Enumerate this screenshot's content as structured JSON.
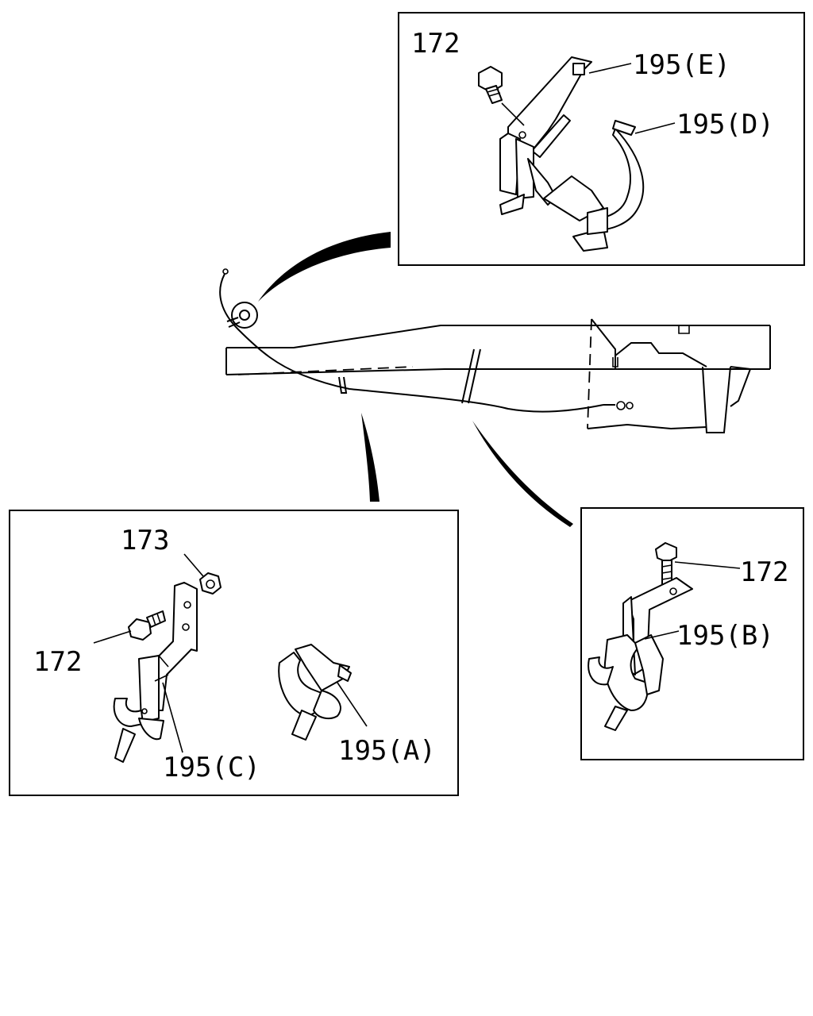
{
  "labels": {
    "top_bolt": "172",
    "top_clip_e": "195(E)",
    "top_clip_d": "195(D)",
    "left_nut": "173",
    "left_bolt": "172",
    "left_clip_c": "195(C)",
    "left_clip_a": "195(A)",
    "right_bolt": "172",
    "right_clip_b": "195(B)"
  }
}
